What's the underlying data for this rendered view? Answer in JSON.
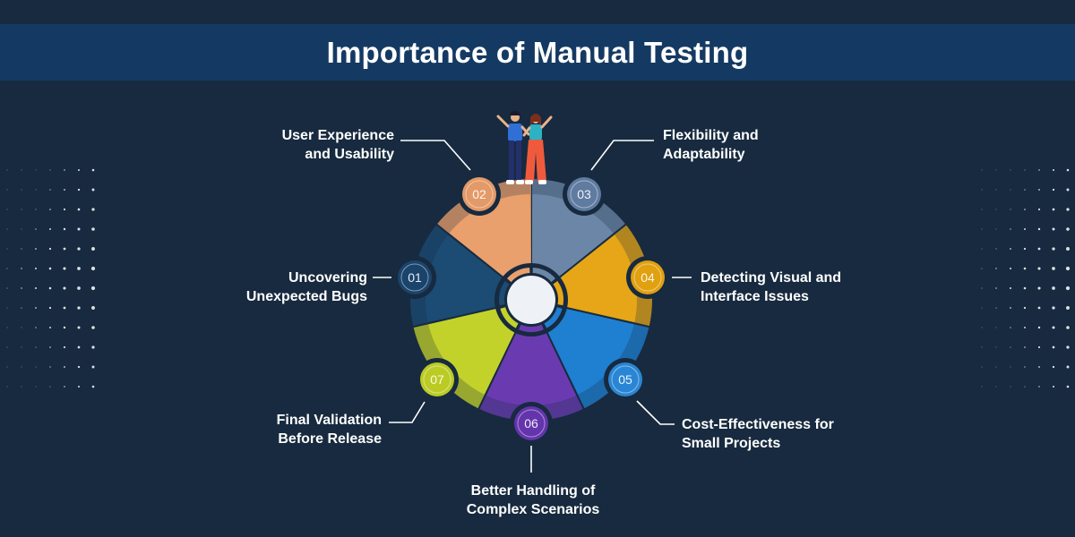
{
  "title": "Importance of Manual Testing",
  "segments": [
    {
      "num": "01",
      "label": "Uncovering\nUnexpected Bugs",
      "color": "#1c4b74",
      "badge": "#1a446b"
    },
    {
      "num": "02",
      "label": "User Experience\nand Usability",
      "color": "#e9a06c",
      "badge": "#e39a68"
    },
    {
      "num": "03",
      "label": "Flexibility and\nAdaptability",
      "color": "#6b86a7",
      "badge": "#5f7ba0"
    },
    {
      "num": "04",
      "label": "Detecting Visual and\nInterface Issues",
      "color": "#e6a617",
      "badge": "#e0a010"
    },
    {
      "num": "05",
      "label": "Cost-Effectiveness for\nSmall Projects",
      "color": "#1f7fd0",
      "badge": "#2a86d4"
    },
    {
      "num": "06",
      "label": "Better Handling of\nComplex Scenarios",
      "color": "#6a3bb0",
      "badge": "#6434ac"
    },
    {
      "num": "07",
      "label": "Final Validation\nBefore Release",
      "color": "#c3d22b",
      "badge": "#bccb24"
    }
  ]
}
